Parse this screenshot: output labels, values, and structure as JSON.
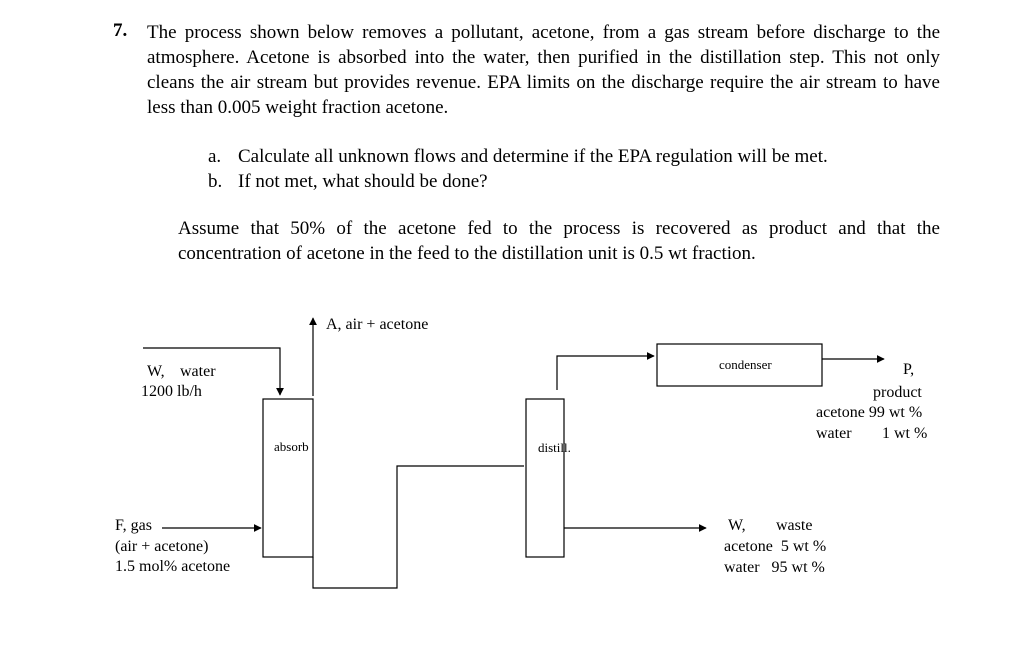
{
  "problem": {
    "number": "7.",
    "intro": "The process shown below removes a pollutant, acetone, from a gas stream before discharge to the atmosphere. Acetone is absorbed into the water, then purified in the distillation step. This not only cleans the air stream but provides revenue. EPA limits on the discharge require the air stream to have less than 0.005 weight fraction acetone.",
    "parts": [
      {
        "label": "a.",
        "text": "Calculate all unknown flows and determine if the EPA regulation will be met."
      },
      {
        "label": "b.",
        "text": "If not met, what should be done?"
      }
    ],
    "assumption": "Assume that 50% of the acetone fed to the process is recovered as product and that the concentration of acetone in the feed to the distillation unit is 0.5 wt fraction."
  },
  "diagram": {
    "stream_a": "A, air + acetone",
    "stream_w_in": {
      "name": "W,",
      "substance": "water",
      "flow": "1200 lb/h"
    },
    "stream_f": {
      "name": "F, gas",
      "desc": "(air + acetone)",
      "comp": "1.5 mol% acetone"
    },
    "absorber": "absorb",
    "distiller": "distill.",
    "condenser": "condenser",
    "product": {
      "name": "P,",
      "desc": "product",
      "acetone": "acetone 99 wt %",
      "water_label": "water",
      "water_value": "1 wt %"
    },
    "waste": {
      "name": "W,",
      "desc": "waste",
      "acetone": "acetone  5 wt %",
      "water": "water   95 wt %"
    }
  }
}
